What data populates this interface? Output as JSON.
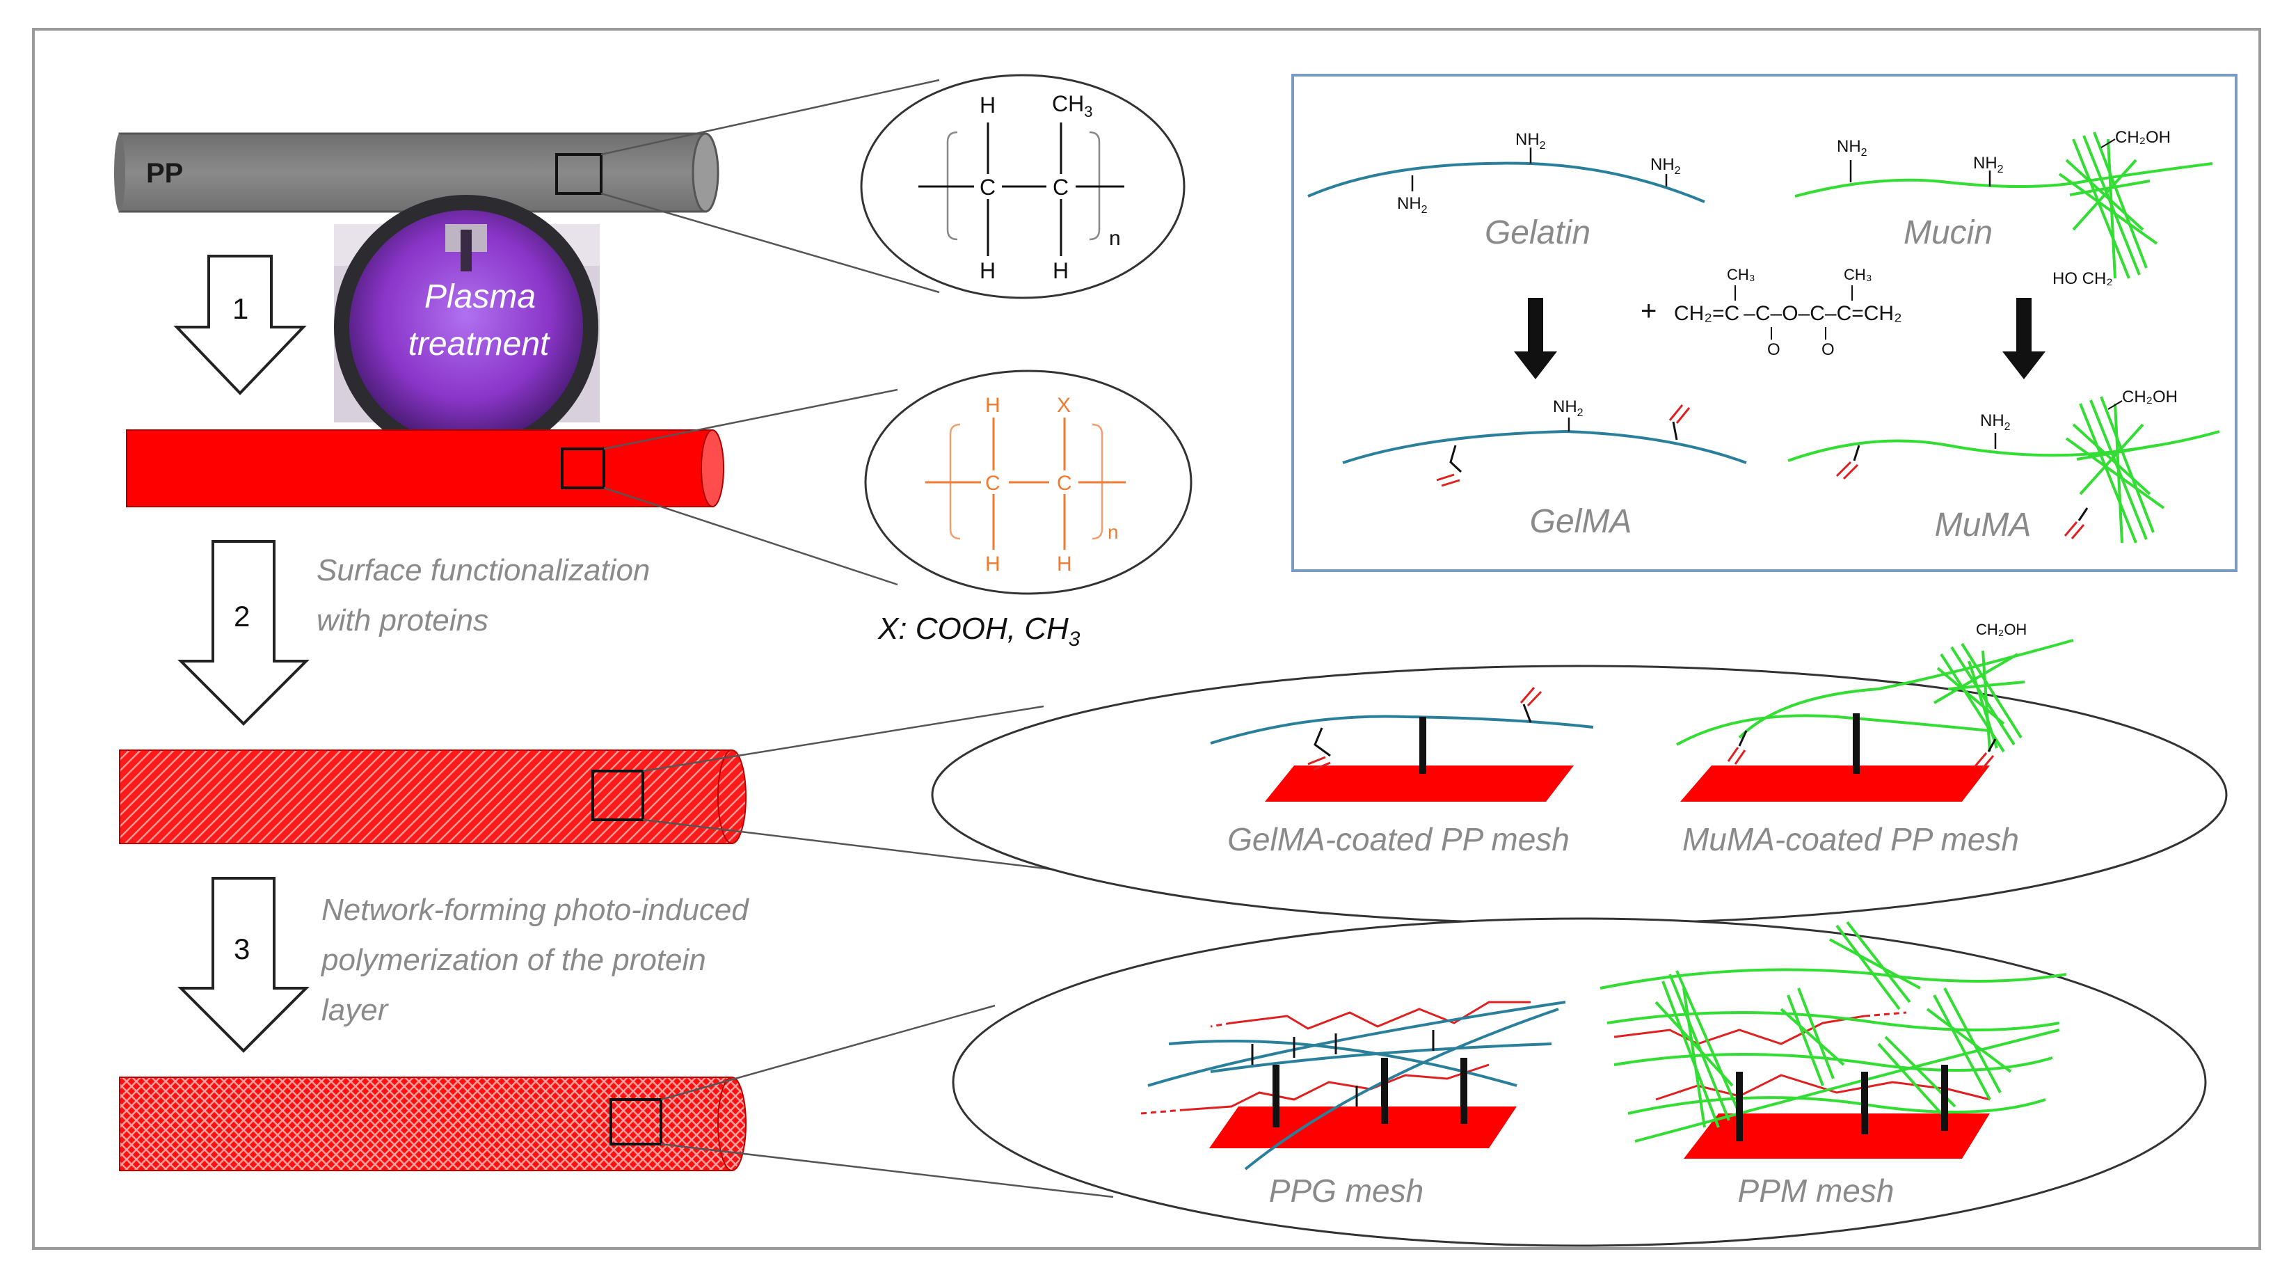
{
  "tube_pp": {
    "label": "PP"
  },
  "steps": [
    {
      "number": "1",
      "caption_lines": []
    },
    {
      "number": "2",
      "caption_lines": [
        "Surface functionalization",
        "with proteins"
      ]
    },
    {
      "number": "3",
      "caption_lines": [
        "Network-forming photo-induced",
        "polymerization of the protein",
        "layer"
      ]
    }
  ],
  "plasma_photo": {
    "lines": [
      "Plasma",
      "treatment"
    ]
  },
  "pp_structure": {
    "h_top": "H",
    "ch3": "CH",
    "ch3_sub": "3",
    "c1": "C",
    "c2": "C",
    "h_bot1": "H",
    "h_bot2": "H",
    "n": "n"
  },
  "treated_structure": {
    "h_top": "H",
    "x": "X",
    "c1": "C",
    "c2": "C",
    "h_bot1": "H",
    "h_bot2": "H",
    "n": "n"
  },
  "x_note": {
    "text": "X: COOH, CH",
    "sub": "3"
  },
  "reaction_box": {
    "gelatin": "Gelatin",
    "mucin": "Mucin",
    "gelma": "GelMA",
    "muma": "MuMA",
    "nh2": "NH",
    "nh2_sub": "2",
    "ch2oh": "CH₂OH",
    "hoch2": "HO CH₂",
    "plus": "+",
    "reagent": "CH₂=C –C–O–C–C=CH₂",
    "reagent_ch3": "CH₃",
    "reagent_o": "O"
  },
  "coated_panel": {
    "left": "GelMA-coated PP mesh",
    "right": "MuMA-coated PP mesh",
    "ch2oh": "CH₂OH"
  },
  "network_panel": {
    "left": "PPG mesh",
    "right": "PPM mesh"
  },
  "colors": {
    "red": "#ff0000",
    "gray_tube": "#7f7f7f",
    "teal": "#2a7f9a",
    "green": "#33dd33",
    "orange": "#f07a30",
    "box_border": "#7a9cc0",
    "purple": "#8a35c8"
  }
}
